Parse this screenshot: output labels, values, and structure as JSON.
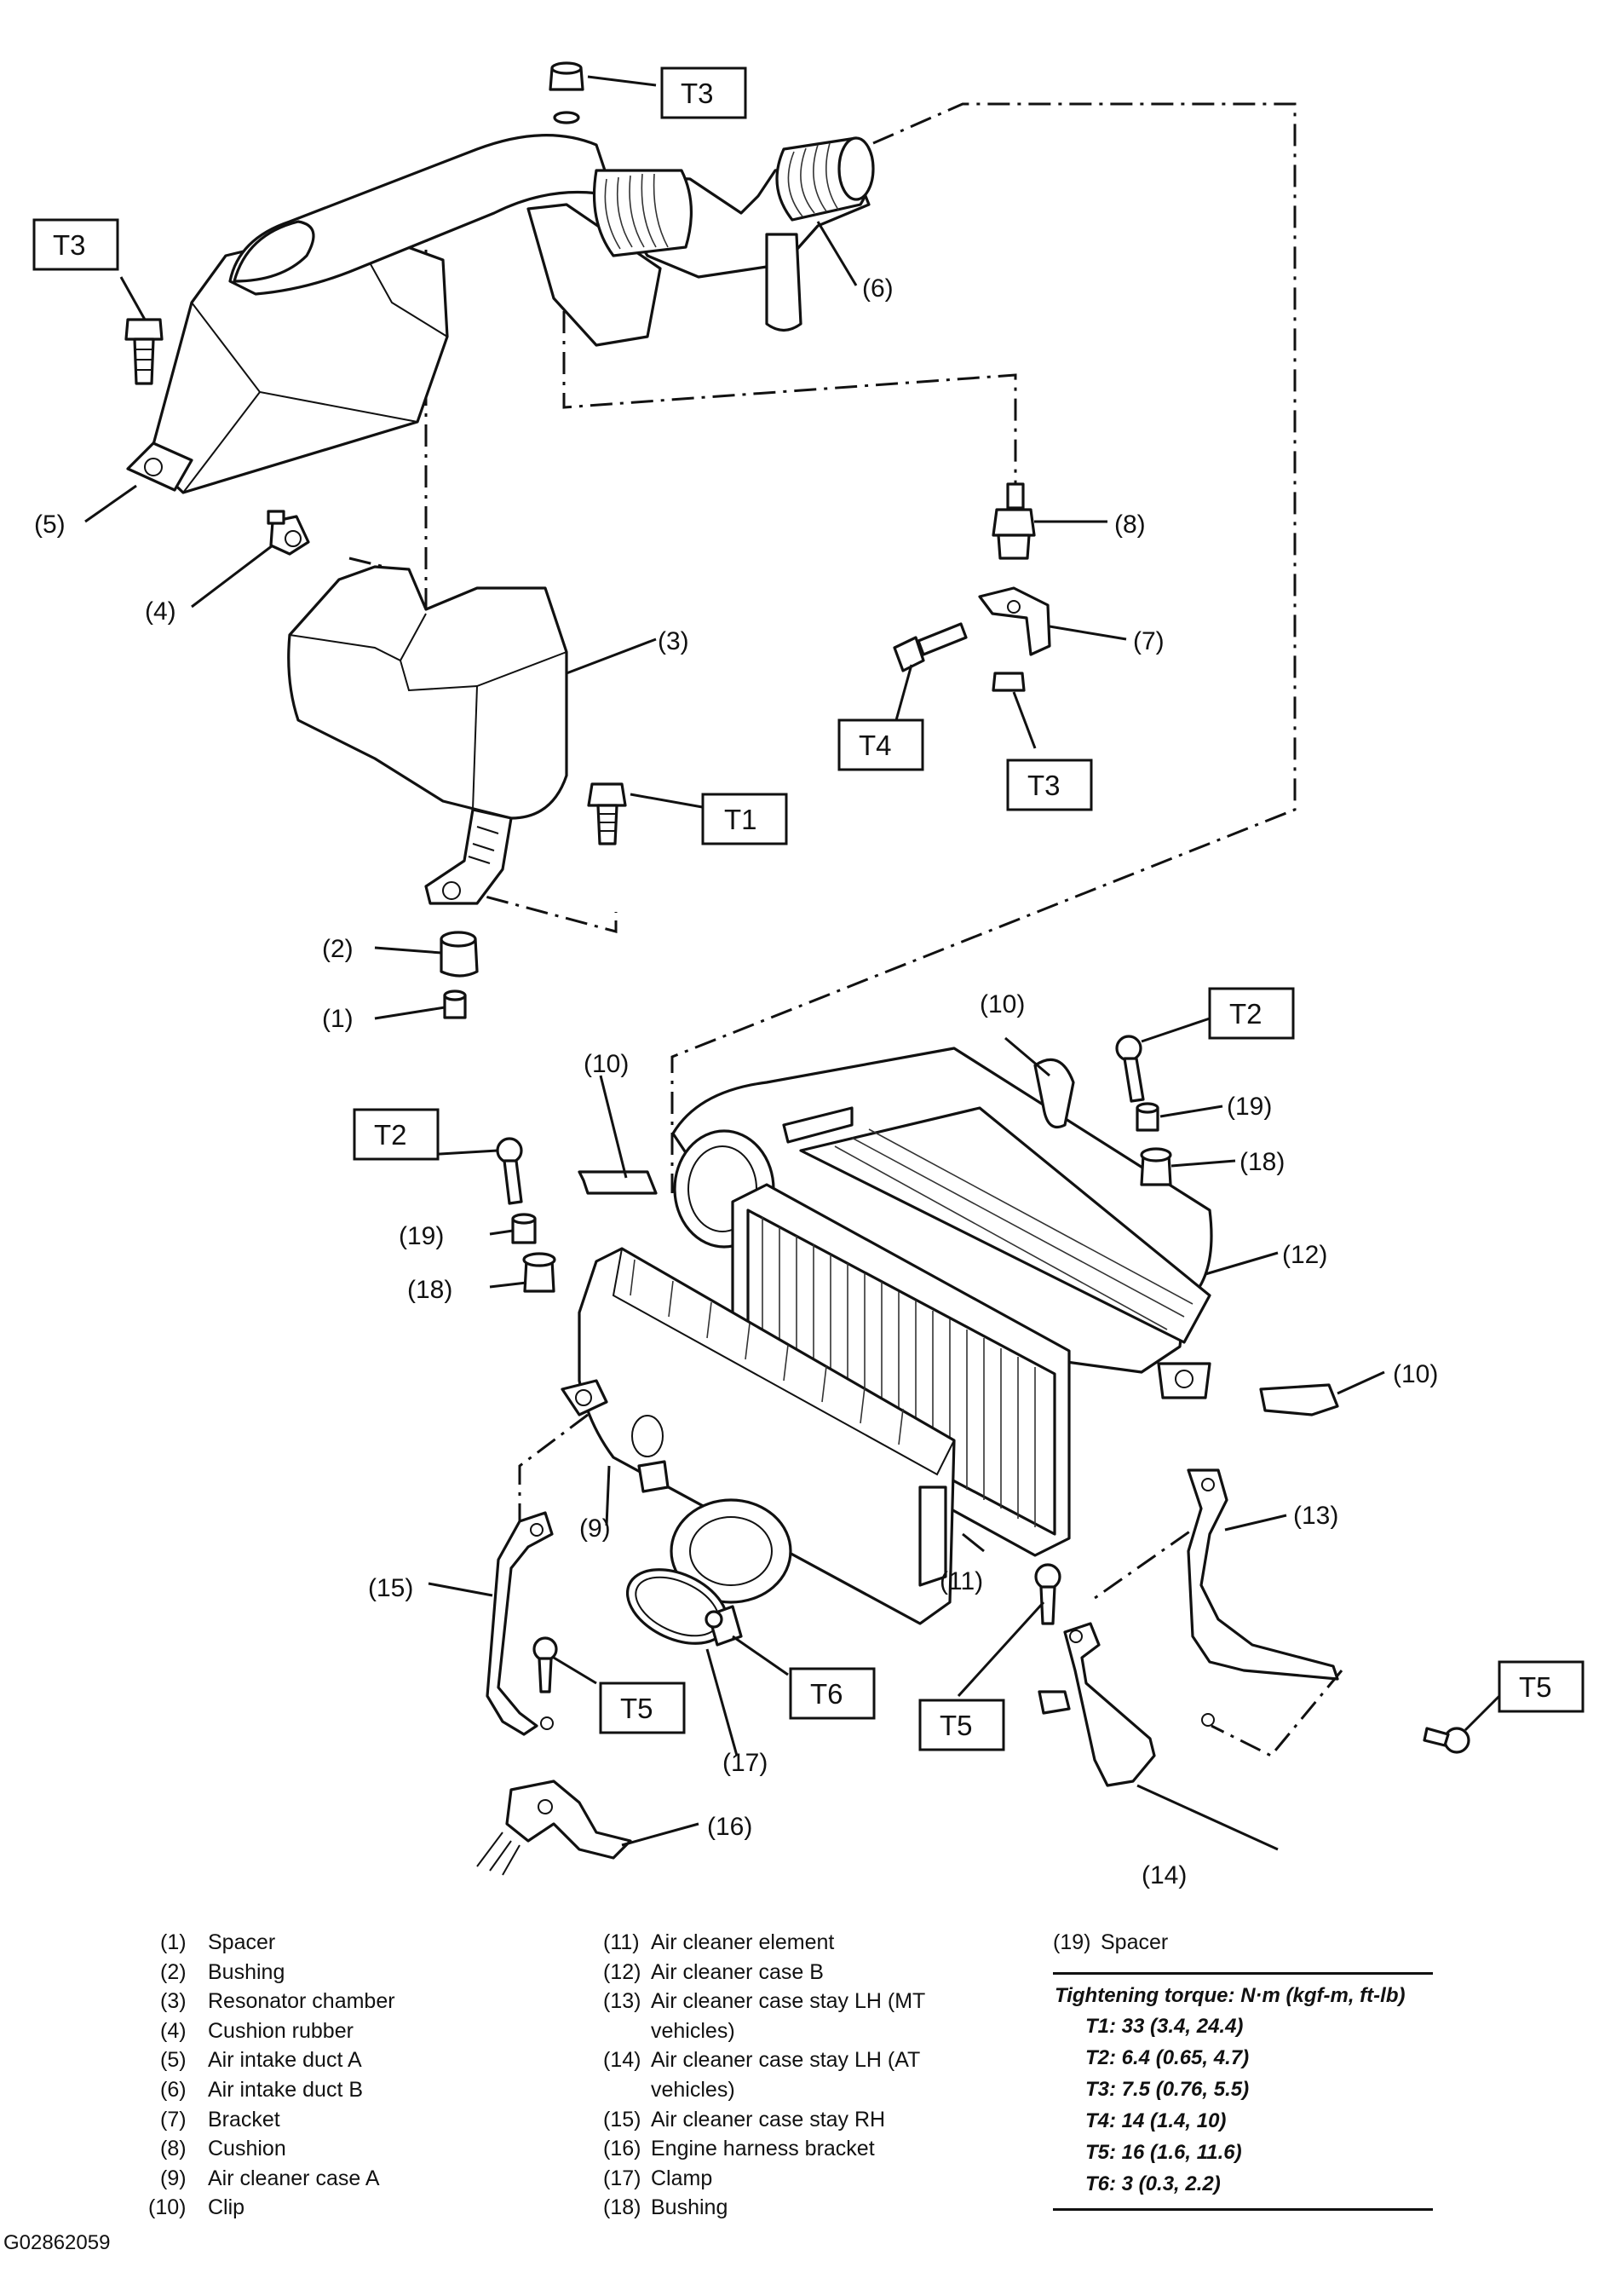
{
  "callouts": {
    "c1": "(1)",
    "c2": "(2)",
    "c3": "(3)",
    "c4": "(4)",
    "c5": "(5)",
    "c6": "(6)",
    "c7": "(7)",
    "c8": "(8)",
    "c9": "(9)",
    "c10": "(10)",
    "c11": "(11)",
    "c12": "(12)",
    "c13": "(13)",
    "c14": "(14)",
    "c15": "(15)",
    "c16": "(16)",
    "c17": "(17)",
    "c18": "(18)",
    "c19": "(19)"
  },
  "torque_tags": {
    "t1": "T1",
    "t2": "T2",
    "t3": "T3",
    "t4": "T4",
    "t5": "T5",
    "t6": "T6"
  },
  "legend": {
    "items": [
      {
        "num": "(1)",
        "name": "Spacer"
      },
      {
        "num": "(2)",
        "name": "Bushing"
      },
      {
        "num": "(3)",
        "name": "Resonator chamber"
      },
      {
        "num": "(4)",
        "name": "Cushion rubber"
      },
      {
        "num": "(5)",
        "name": "Air intake duct A"
      },
      {
        "num": "(6)",
        "name": "Air intake duct B"
      },
      {
        "num": "(7)",
        "name": "Bracket"
      },
      {
        "num": "(8)",
        "name": "Cushion"
      },
      {
        "num": "(9)",
        "name": "Air cleaner case A"
      },
      {
        "num": "(10)",
        "name": "Clip"
      },
      {
        "num": "(11)",
        "name": "Air cleaner element"
      },
      {
        "num": "(12)",
        "name": "Air cleaner case B"
      },
      {
        "num": "(13)",
        "name": "Air cleaner case stay LH (MT vehicles)"
      },
      {
        "num": "(14)",
        "name": "Air cleaner case stay LH (AT vehicles)"
      },
      {
        "num": "(15)",
        "name": "Air cleaner case stay RH"
      },
      {
        "num": "(16)",
        "name": "Engine harness bracket"
      },
      {
        "num": "(17)",
        "name": "Clamp"
      },
      {
        "num": "(18)",
        "name": "Bushing"
      },
      {
        "num": "(19)",
        "name": "Spacer"
      }
    ]
  },
  "torque": {
    "title": "Tightening torque: N·m (kgf-m, ft-lb)",
    "values": [
      "T1: 33 (3.4, 24.4)",
      "T2: 6.4 (0.65, 4.7)",
      "T3: 7.5 (0.76, 5.5)",
      "T4: 14 (1.4, 10)",
      "T5: 16 (1.6, 11.6)",
      "T6: 3 (0.3, 2.2)"
    ]
  },
  "figure_code": "G02862059"
}
